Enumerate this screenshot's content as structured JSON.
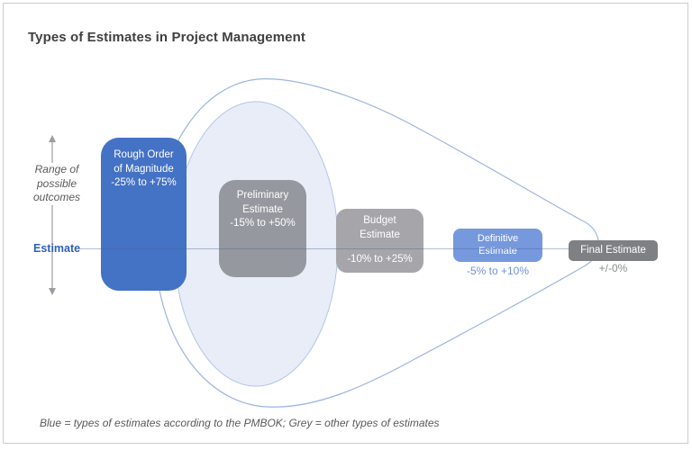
{
  "title": "Types of Estimates in Project Management",
  "caption": "Blue = types of estimates according to the PMBOK; Grey = other types of estimates",
  "left_axis": {
    "range_line1": "Range of",
    "range_line2": "possible",
    "range_line3": "outcomes",
    "estimate_label": "Estimate"
  },
  "boxes": {
    "rom": {
      "line1": "Rough Order",
      "line2": "of Magnitude",
      "range": "-25% to +75%",
      "color": "#4472C4",
      "category": "pmbok-blue"
    },
    "preliminary": {
      "line1": "Preliminary",
      "line2": "Estimate",
      "range": "-15% to +50%",
      "color": "#95989E",
      "category": "other-grey"
    },
    "budget": {
      "line1": "Budget",
      "line2": "Estimate",
      "range": "-10% to +25%",
      "color": "#A6A6AA",
      "category": "other-grey"
    },
    "definitive": {
      "line1": "Definitive",
      "line2": "Estimate",
      "range": "-5% to +10%",
      "color": "#7698DC",
      "category": "pmbok-blue"
    },
    "final": {
      "line1": "Final Estimate",
      "range": "+/-0%",
      "color": "#7F8083",
      "category": "other-grey"
    }
  },
  "colors": {
    "pmbok_blue": "#4472C4",
    "pmbok_light_blue": "#7698DC",
    "grey_box_dark": "#95989E",
    "grey_box_light": "#A6A6AA",
    "grey_box_final": "#7F8083",
    "funnel_outline": "#9DB4E0",
    "ellipse_fill": "#E9EDF8",
    "ellipse_outline": "#B3C4EA",
    "estimate_label_blue": "#3060BD",
    "text_grey": "#595959"
  }
}
